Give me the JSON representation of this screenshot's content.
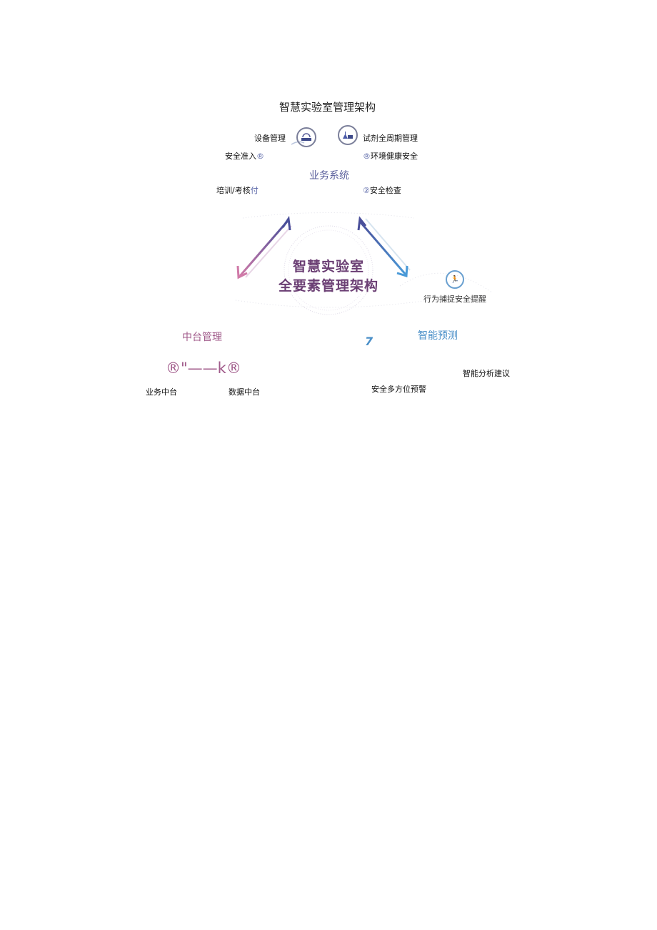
{
  "diagram": {
    "title": "智慧实验室管理架构",
    "center": {
      "line1": "智慧实验室",
      "line2": "全要素管理架构"
    },
    "business_system": {
      "heading": "业务系统",
      "color": "#5a5f9c",
      "items": [
        {
          "label": "设备管理",
          "icon": "device-icon"
        },
        {
          "label": "试剂全周期管理",
          "icon": "reagent-flask-icon"
        },
        {
          "label": "安全准入",
          "marker": "®"
        },
        {
          "label": "环境健康安全",
          "marker": "®"
        },
        {
          "label": "培训/考核",
          "marker": "付"
        },
        {
          "label": "安全检查",
          "marker": "②"
        }
      ]
    },
    "middle_platform": {
      "heading": "中台管理",
      "color": "#a05a8a",
      "connector_text": "®\"——k®",
      "items": [
        {
          "label": "业务中台"
        },
        {
          "label": "数据中台"
        }
      ]
    },
    "intelligent_prediction": {
      "heading": "智能预测",
      "color": "#4a8fc8",
      "marker": "7",
      "items": [
        {
          "label": "行为捕捉安全提醒",
          "icon": "running-person-icon"
        },
        {
          "label": "智能分析建议"
        },
        {
          "label": "安全多方位预警"
        }
      ]
    }
  }
}
